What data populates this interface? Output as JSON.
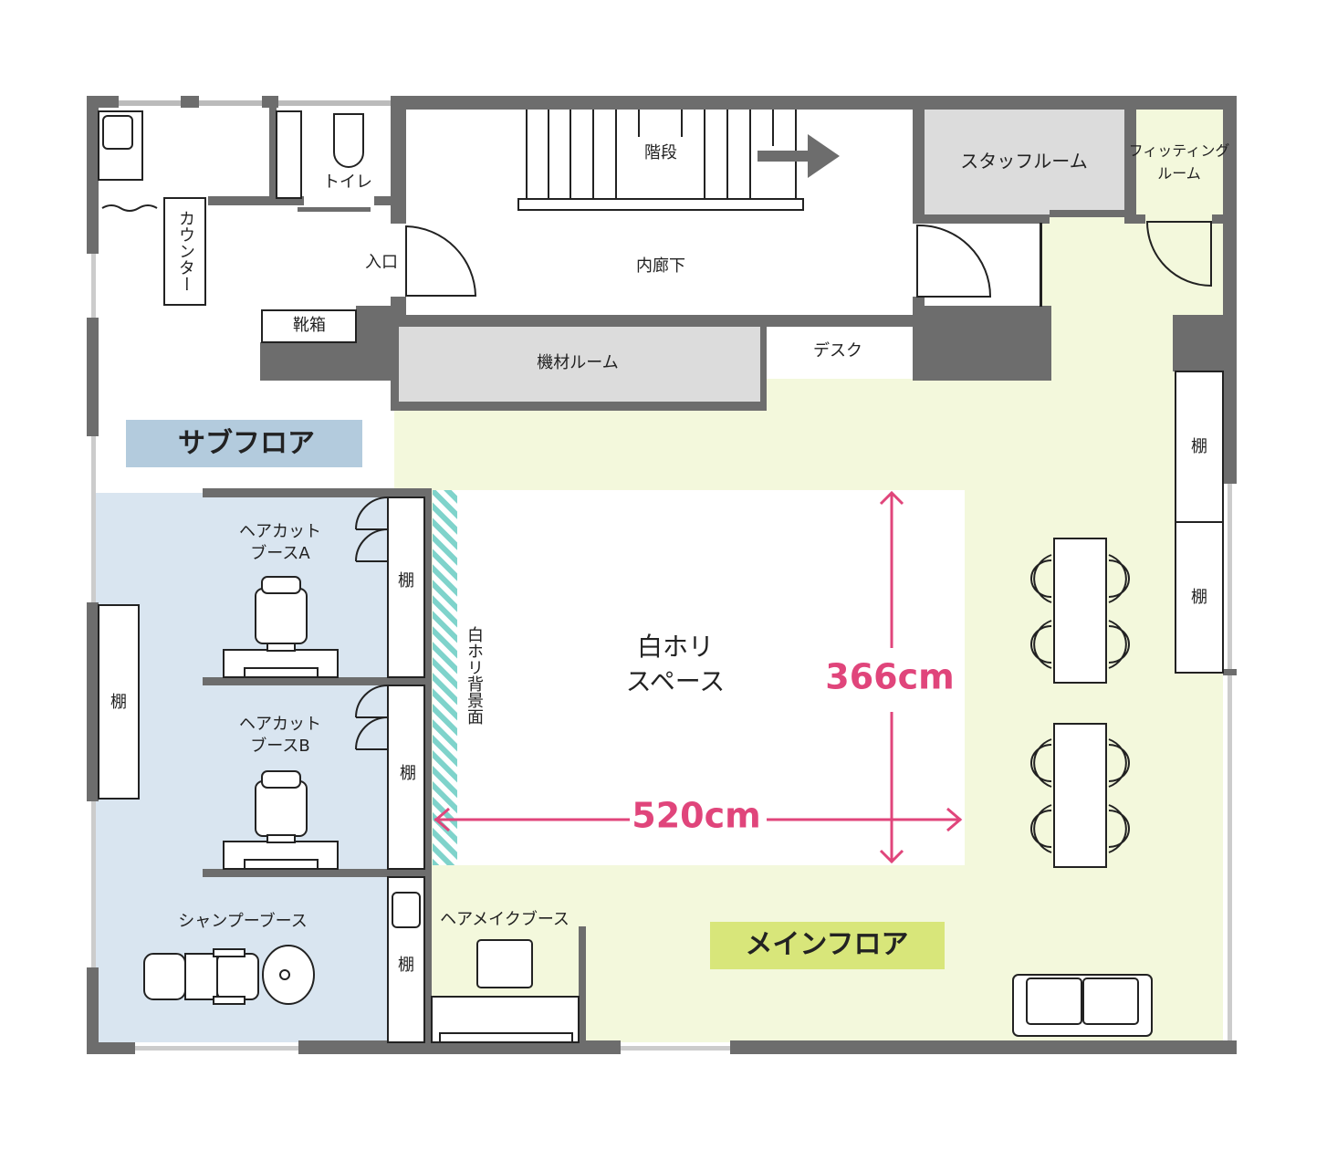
{
  "colors": {
    "wall": "#6d6d6d",
    "gray_room": "#dcdcdc",
    "main_floor": "#f3f8dc",
    "sub_floor": "#d9e5f0",
    "sub_label_bg": "#b3cbdd",
    "main_label_bg": "#d8e67a",
    "dimension": "#e0457b",
    "backdrop": "#7fd3cb"
  },
  "labels": {
    "stairs": "階段",
    "corridor": "内廊下",
    "toilet": "トイレ",
    "entrance": "入口",
    "counter": "カウンター",
    "shoe_box": "靴箱",
    "equipment_room": "機材ルーム",
    "desk": "デスク",
    "staff_room": "スタッフルーム",
    "fitting_room_1": "フィッティング",
    "fitting_room_2": "ルーム",
    "sub_floor": "サブフロア",
    "main_floor": "メインフロア",
    "booth_a_1": "ヘアカット",
    "booth_a_2": "ブースA",
    "booth_b_1": "ヘアカット",
    "booth_b_2": "ブースB",
    "shampoo_booth": "シャンプーブース",
    "makeup_booth": "ヘアメイクブース",
    "shelf": "棚",
    "backdrop": "白ホリ背景面",
    "white_space_1": "白ホリ",
    "white_space_2": "スペース"
  },
  "dimensions": {
    "width": "520cm",
    "depth": "366cm"
  }
}
